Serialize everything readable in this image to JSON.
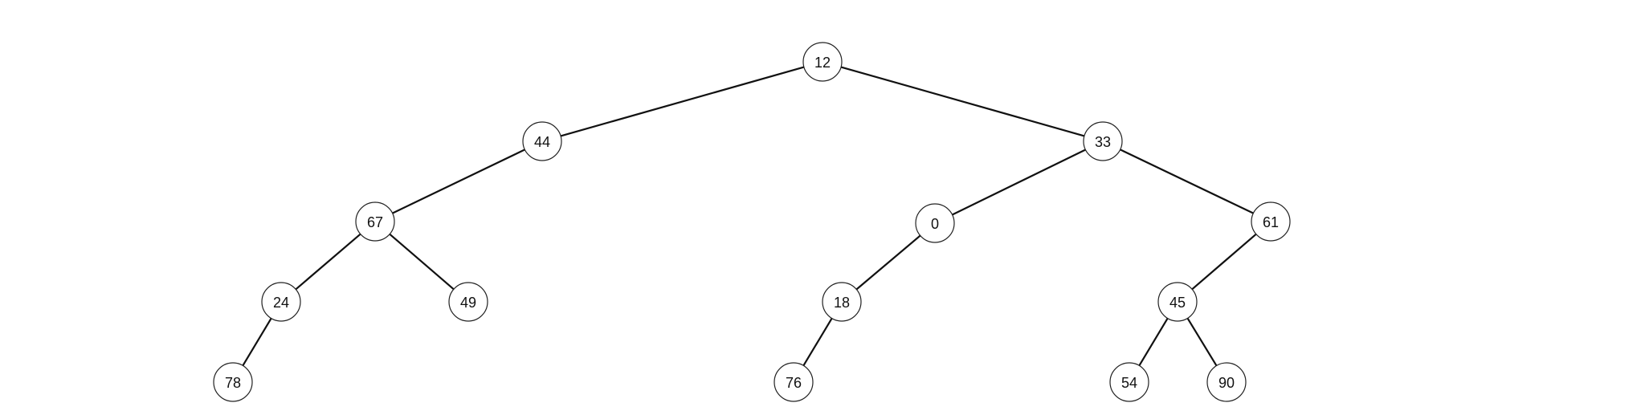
{
  "diagram": {
    "type": "binary-tree",
    "nodes": [
      {
        "id": "n12",
        "label": "12"
      },
      {
        "id": "n44",
        "label": "44"
      },
      {
        "id": "n33",
        "label": "33"
      },
      {
        "id": "n67",
        "label": "67"
      },
      {
        "id": "n0",
        "label": "0"
      },
      {
        "id": "n61",
        "label": "61"
      },
      {
        "id": "n24",
        "label": "24"
      },
      {
        "id": "n49",
        "label": "49"
      },
      {
        "id": "n18",
        "label": "18"
      },
      {
        "id": "n45",
        "label": "45"
      },
      {
        "id": "n78",
        "label": "78"
      },
      {
        "id": "n76",
        "label": "76"
      },
      {
        "id": "n54",
        "label": "54"
      },
      {
        "id": "n90",
        "label": "90"
      }
    ],
    "edges": [
      {
        "from": "n12",
        "to": "n44"
      },
      {
        "from": "n12",
        "to": "n33"
      },
      {
        "from": "n44",
        "to": "n67"
      },
      {
        "from": "n33",
        "to": "n0"
      },
      {
        "from": "n33",
        "to": "n61"
      },
      {
        "from": "n67",
        "to": "n24"
      },
      {
        "from": "n67",
        "to": "n49"
      },
      {
        "from": "n0",
        "to": "n18"
      },
      {
        "from": "n61",
        "to": "n45"
      },
      {
        "from": "n24",
        "to": "n78"
      },
      {
        "from": "n18",
        "to": "n76"
      },
      {
        "from": "n45",
        "to": "n54"
      },
      {
        "from": "n45",
        "to": "n90"
      }
    ]
  }
}
